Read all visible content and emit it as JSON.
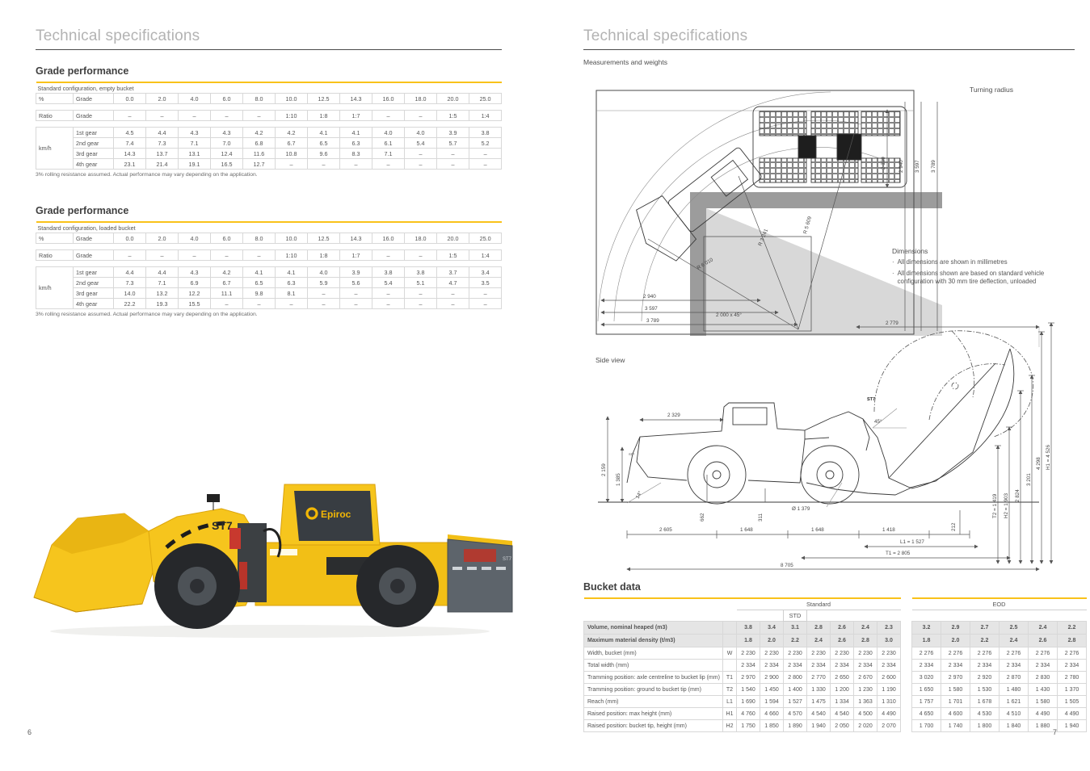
{
  "accent_color": "#f9c21a",
  "left_page": {
    "title": "Technical specifications",
    "page_number": "6",
    "machine": {
      "brand": "Epiroc",
      "model": "ST7",
      "rear_badge": "ST7"
    },
    "grade_tables": [
      {
        "heading": "Grade performance",
        "subtitle": "Standard configuration, empty bucket",
        "col1_header": "%",
        "col2_header": "Grade",
        "ratio_label": "Ratio",
        "speed_unit": "km/h",
        "grades": [
          "0.0",
          "2.0",
          "4.0",
          "6.0",
          "8.0",
          "10.0",
          "12.5",
          "14.3",
          "16.0",
          "18.0",
          "20.0",
          "25.0"
        ],
        "ratios": [
          "–",
          "–",
          "–",
          "–",
          "–",
          "1:10",
          "1:8",
          "1:7",
          "–",
          "–",
          "1:5",
          "1:4"
        ],
        "gears": [
          {
            "label": "1st gear",
            "values": [
              "4.5",
              "4.4",
              "4.3",
              "4.3",
              "4.2",
              "4.2",
              "4.1",
              "4.1",
              "4.0",
              "4.0",
              "3.9",
              "3.8"
            ]
          },
          {
            "label": "2nd gear",
            "values": [
              "7.4",
              "7.3",
              "7.1",
              "7.0",
              "6.8",
              "6.7",
              "6.5",
              "6.3",
              "6.1",
              "5.4",
              "5.7",
              "5.2"
            ]
          },
          {
            "label": "3rd gear",
            "values": [
              "14.3",
              "13.7",
              "13.1",
              "12.4",
              "11.6",
              "10.8",
              "9.6",
              "8.3",
              "7.1",
              "–",
              "–",
              "–"
            ]
          },
          {
            "label": "4th gear",
            "values": [
              "23.1",
              "21.4",
              "19.1",
              "16.5",
              "12.7",
              "–",
              "–",
              "–",
              "–",
              "–",
              "–",
              "–"
            ]
          }
        ],
        "footnote": "3% rolling resistance assumed. Actual performance may vary depending on the application."
      },
      {
        "heading": "Grade performance",
        "subtitle": "Standard configuration, loaded bucket",
        "col1_header": "%",
        "col2_header": "Grade",
        "ratio_label": "Ratio",
        "speed_unit": "km/h",
        "grades": [
          "0.0",
          "2.0",
          "4.0",
          "6.0",
          "8.0",
          "10.0",
          "12.5",
          "14.3",
          "16.0",
          "18.0",
          "20.0",
          "25.0"
        ],
        "ratios": [
          "–",
          "–",
          "–",
          "–",
          "–",
          "1:10",
          "1:8",
          "1:7",
          "–",
          "–",
          "1:5",
          "1:4"
        ],
        "gears": [
          {
            "label": "1st gear",
            "values": [
              "4.4",
              "4.4",
              "4.3",
              "4.2",
              "4.1",
              "4.1",
              "4.0",
              "3.9",
              "3.8",
              "3.8",
              "3.7",
              "3.4"
            ]
          },
          {
            "label": "2nd gear",
            "values": [
              "7.3",
              "7.1",
              "6.9",
              "6.7",
              "6.5",
              "6.3",
              "5.9",
              "5.6",
              "5.4",
              "5.1",
              "4.7",
              "3.5"
            ]
          },
          {
            "label": "3rd gear",
            "values": [
              "14.0",
              "13.2",
              "12.2",
              "11.1",
              "9.8",
              "8.1",
              "–",
              "–",
              "–",
              "–",
              "–",
              "–"
            ]
          },
          {
            "label": "4th gear",
            "values": [
              "22.2",
              "19.3",
              "15.5",
              "–",
              "–",
              "–",
              "–",
              "–",
              "–",
              "–",
              "–",
              "–"
            ]
          }
        ],
        "footnote": "3% rolling resistance assumed. Actual performance may vary depending on the application."
      }
    ]
  },
  "right_page": {
    "title": "Technical specifications",
    "subtitle": "Measurements and weights",
    "page_number": "7",
    "turning": {
      "caption": "Turning radius",
      "top_dims": {
        "d2309": "2 309",
        "d2940": "2 940",
        "d3597": "3 597",
        "d3789": "3 789"
      },
      "bottom_dims": {
        "d2940": "2 940",
        "d3597": "3 597",
        "d3789": "3 789",
        "notch": "2 000 x 45°"
      },
      "radii": {
        "r1": "R 3 241",
        "r2": "R 5 609",
        "r3": "R 6 010"
      }
    },
    "dimensions_note": {
      "title": "Dimensions",
      "bullets": [
        "All dimensions are shown in millimetres",
        "All dimensions shown are based on standard vehicle configuration with 30 mm tire deflection, unloaded"
      ]
    },
    "side_view": {
      "caption": "Side view",
      "labels": {
        "top": "2 779",
        "cab": "2 329",
        "h_left": "2 159",
        "h_left2": "1 385",
        "angle_front": "14°",
        "front_len": "2 605",
        "axle_h": "662",
        "wb1": "1 648",
        "clearance": "311",
        "wb2": "1 648",
        "front_ext": "1 418",
        "tire_dia": "Ø 1 379",
        "blade": "212",
        "l1": "L1 = 1 527",
        "t1": "T1 = 2 805",
        "total": "8 705",
        "t2": "T2 = 1 419",
        "h2": "H2 = 1 903",
        "r3": "2 824",
        "r4": "3 201",
        "r5": "4 298",
        "h1": "H1 = 4 526",
        "angle_dump": "45°",
        "badge": "ST7",
        "badge_rear": "ST7"
      }
    },
    "bucket": {
      "heading": "Bucket data",
      "row_labels": [
        {
          "label": "Volume, nominal heaped (m3)",
          "letter": "",
          "key": "volume",
          "shaded": true
        },
        {
          "label": "Maximum material density (t/m3)",
          "letter": "",
          "key": "density",
          "shaded": true
        },
        {
          "label": "Width, bucket (mm)",
          "letter": "W",
          "key": "width"
        },
        {
          "label": "Total width (mm)",
          "letter": "",
          "key": "total_width"
        },
        {
          "label": "Tramming position: axle centreline to bucket lip (mm)",
          "letter": "T1",
          "key": "t1"
        },
        {
          "label": "Tramming position: ground to bucket tip (mm)",
          "letter": "T2",
          "key": "t2"
        },
        {
          "label": "Reach (mm)",
          "letter": "L1",
          "key": "l1"
        },
        {
          "label": "Raised position: max height (mm)",
          "letter": "H1",
          "key": "h1"
        },
        {
          "label": "Raised position: bucket tip, height (mm)",
          "letter": "H2",
          "key": "h2"
        }
      ],
      "standard": {
        "name": "Standard",
        "sub_label": "STD",
        "sub_col": 2,
        "volume": [
          "3.8",
          "3.4",
          "3.1",
          "2.8",
          "2.6",
          "2.4",
          "2.3"
        ],
        "density": [
          "1.8",
          "2.0",
          "2.2",
          "2.4",
          "2.6",
          "2.8",
          "3.0"
        ],
        "width": [
          "2 230",
          "2 230",
          "2 230",
          "2 230",
          "2 230",
          "2 230",
          "2 230"
        ],
        "total_width": [
          "2 334",
          "2 334",
          "2 334",
          "2 334",
          "2 334",
          "2 334",
          "2 334"
        ],
        "t1": [
          "2 970",
          "2 900",
          "2 800",
          "2 770",
          "2 650",
          "2 670",
          "2 600"
        ],
        "t2": [
          "1 540",
          "1 450",
          "1 400",
          "1 330",
          "1 200",
          "1 230",
          "1 190"
        ],
        "l1": [
          "1 690",
          "1 594",
          "1 527",
          "1 475",
          "1 334",
          "1 363",
          "1 310"
        ],
        "h1": [
          "4 760",
          "4 660",
          "4 570",
          "4 540",
          "4 540",
          "4 500",
          "4 490"
        ],
        "h2": [
          "1 750",
          "1 850",
          "1 890",
          "1 940",
          "2 050",
          "2 020",
          "2 070"
        ]
      },
      "eod": {
        "name": "EOD",
        "volume": [
          "3.2",
          "2.9",
          "2.7",
          "2.5",
          "2.4",
          "2.2"
        ],
        "density": [
          "1.8",
          "2.0",
          "2.2",
          "2.4",
          "2.6",
          "2.8"
        ],
        "width": [
          "2 276",
          "2 276",
          "2 276",
          "2 276",
          "2 276",
          "2 276"
        ],
        "total_width": [
          "2 334",
          "2 334",
          "2 334",
          "2 334",
          "2 334",
          "2 334"
        ],
        "t1": [
          "3 020",
          "2 970",
          "2 920",
          "2 870",
          "2 830",
          "2 780"
        ],
        "t2": [
          "1 650",
          "1 580",
          "1 530",
          "1 480",
          "1 430",
          "1 370"
        ],
        "l1": [
          "1 757",
          "1 701",
          "1 678",
          "1 621",
          "1 580",
          "1 505"
        ],
        "h1": [
          "4 650",
          "4 600",
          "4 530",
          "4 510",
          "4 490",
          "4 490"
        ],
        "h2": [
          "1 700",
          "1 740",
          "1 800",
          "1 840",
          "1 880",
          "1 940"
        ]
      }
    }
  }
}
